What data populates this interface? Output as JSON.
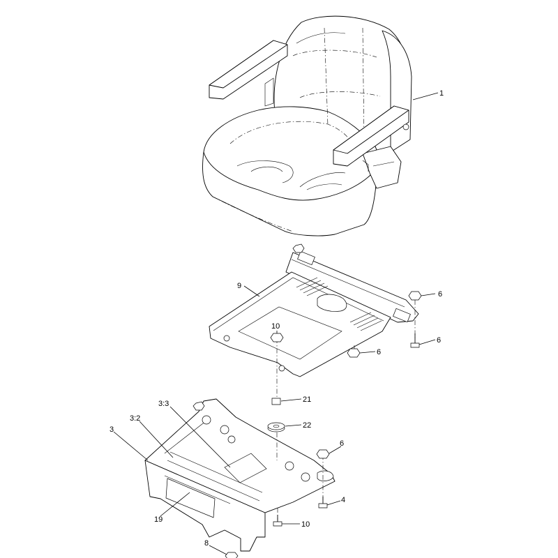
{
  "callouts": [
    {
      "id": "c1",
      "text": "1"
    },
    {
      "id": "c9",
      "text": "9"
    },
    {
      "id": "c6a",
      "text": "6"
    },
    {
      "id": "c6b",
      "text": "6"
    },
    {
      "id": "c10a",
      "text": "10"
    },
    {
      "id": "c6c",
      "text": "6"
    },
    {
      "id": "c21",
      "text": "21"
    },
    {
      "id": "c22",
      "text": "22"
    },
    {
      "id": "c33",
      "text": "3:3"
    },
    {
      "id": "c32",
      "text": "3:2"
    },
    {
      "id": "c3",
      "text": "3"
    },
    {
      "id": "c6d",
      "text": "6"
    },
    {
      "id": "c4",
      "text": "4"
    },
    {
      "id": "c19",
      "text": "19"
    },
    {
      "id": "c10b",
      "text": "10"
    },
    {
      "id": "c8",
      "text": "8"
    }
  ]
}
